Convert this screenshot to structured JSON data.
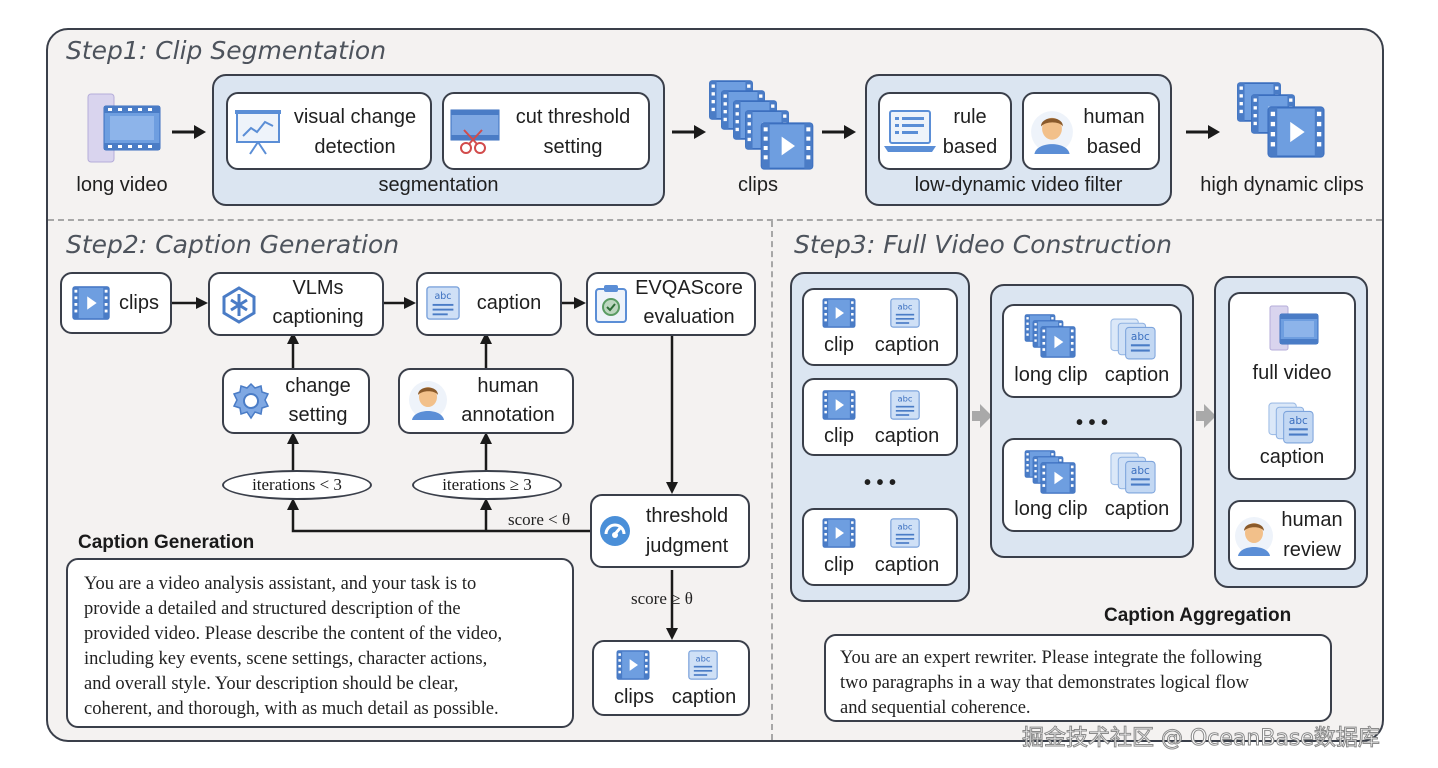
{
  "step1": {
    "title": "Step1: Clip Segmentation",
    "long_video": "long video",
    "segmentation": {
      "label": "segmentation",
      "visual_change": [
        "visual change",
        "detection"
      ],
      "cut_threshold": [
        "cut threshold",
        "setting"
      ]
    },
    "clips": "clips",
    "filter": {
      "label": "low-dynamic video filter",
      "rule": [
        "rule",
        "based"
      ],
      "human": [
        "human",
        "based"
      ]
    },
    "high_dynamic": "high dynamic clips"
  },
  "step2": {
    "title": "Step2: Caption Generation",
    "clips": "clips",
    "vlms": [
      "VLMs",
      "captioning"
    ],
    "caption": "caption",
    "evqa": [
      "EVQAScore",
      "evaluation"
    ],
    "change_setting": [
      "change",
      "setting"
    ],
    "human_annotation": [
      "human",
      "annotation"
    ],
    "iter_lt": "iterations < 3",
    "iter_ge": "iterations ≥ 3",
    "score_lt": "score < θ",
    "threshold": [
      "threshold",
      "judgment"
    ],
    "score_ge": "score ≥ θ",
    "out_clips": "clips",
    "out_caption": "caption",
    "prompt_title": "Caption Generation",
    "prompt_lines": [
      "You are a video analysis assistant, and your task is to",
      "provide a detailed and structured description of the",
      "provided video. Please describe the content of the video,",
      "including key events, scene settings, character actions,",
      "and overall style. Your description should be clear,",
      "coherent, and thorough, with as much detail as possible."
    ]
  },
  "step3": {
    "title": "Step3: Full Video Construction",
    "clip": "clip",
    "caption": "caption",
    "ellipsis": "• • •",
    "long_clip": "long clip",
    "full_video": "full video",
    "human_review": [
      "human",
      "review"
    ],
    "prompt_title": "Caption Aggregation",
    "prompt_lines": [
      "You are an expert rewriter. Please integrate the following",
      "two paragraphs in a way that demonstrates logical flow",
      "and sequential coherence."
    ]
  },
  "watermark": "掘金技术社区 @ OceanBase数据库",
  "icons": {
    "film": "film-strip-icon",
    "play": "play-clip-icon",
    "abc": "abc-document-icon",
    "person": "person-avatar-icon",
    "gear": "gear-icon",
    "chart": "chart-presentation-icon",
    "scissors": "scissors-icon",
    "laptop": "laptop-icon",
    "clipboard": "clipboard-check-icon",
    "vlm": "vlm-star-icon",
    "gauge": "gauge-icon"
  },
  "colors": {
    "panel": "#dbe5f1",
    "icon_blue": "#5b8ed6",
    "frame_bg": "#f4f2f1"
  }
}
